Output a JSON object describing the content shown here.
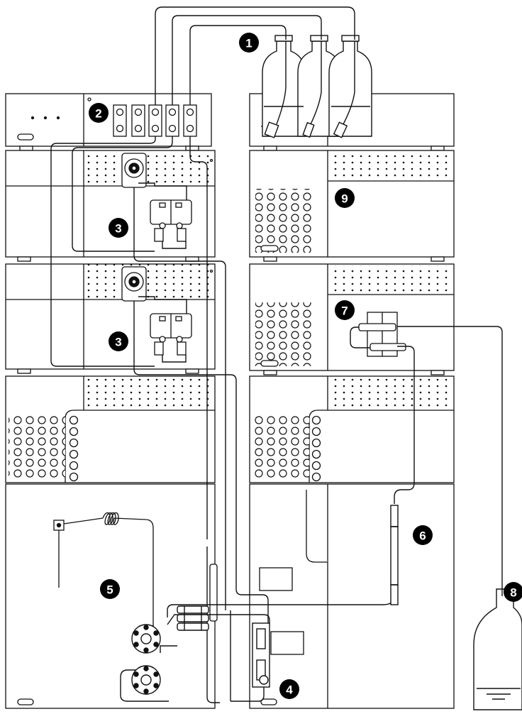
{
  "callouts": [
    {
      "id": "callout-1",
      "label": "1"
    },
    {
      "id": "callout-2",
      "label": "2"
    },
    {
      "id": "callout-3a",
      "label": "3"
    },
    {
      "id": "callout-3b",
      "label": "3"
    },
    {
      "id": "callout-4",
      "label": "4"
    },
    {
      "id": "callout-5",
      "label": "5"
    },
    {
      "id": "callout-6",
      "label": "6"
    },
    {
      "id": "callout-7",
      "label": "7"
    },
    {
      "id": "callout-8",
      "label": "8"
    },
    {
      "id": "callout-9",
      "label": "9"
    }
  ],
  "colors": {
    "line": "#111111",
    "fill": "#ffffff",
    "callout_bg": "#000000"
  },
  "icons": [
    "solvent-bottle-icon",
    "pump-icon",
    "injection-valve-icon",
    "column-icon",
    "waste-bottle-icon"
  ]
}
